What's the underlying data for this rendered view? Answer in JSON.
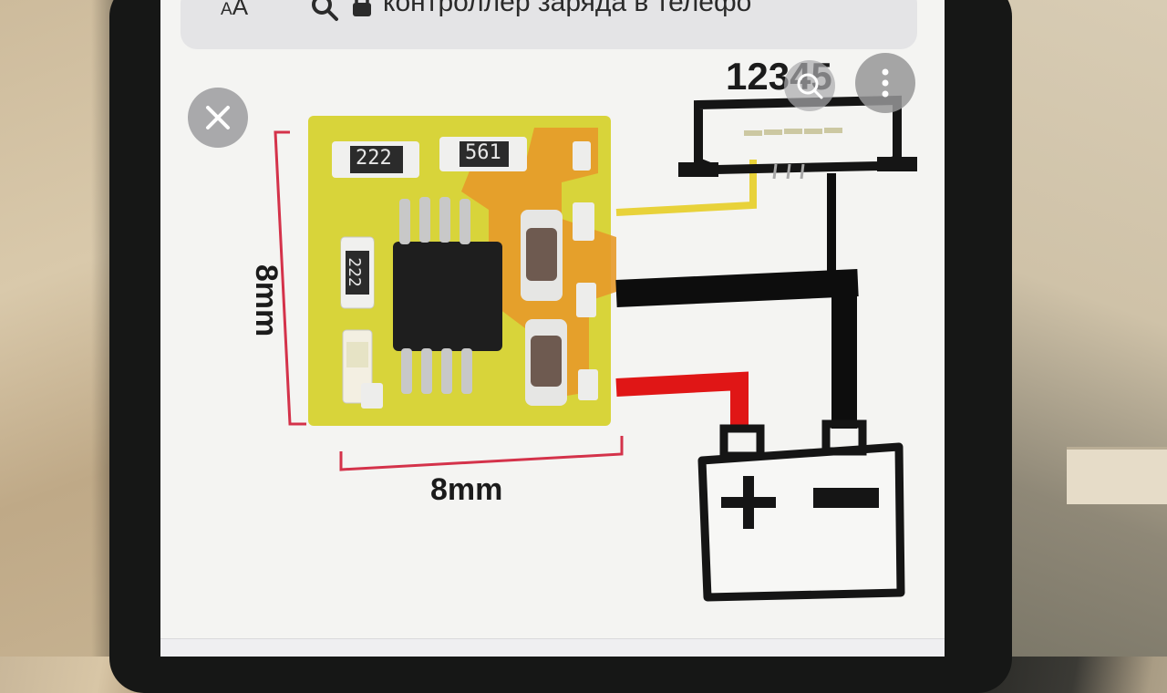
{
  "browser": {
    "text_size_label_small": "A",
    "text_size_label_large": "A",
    "url_text": "контроллер заряда в телефо",
    "icons": [
      "search-icon",
      "lock-icon",
      "close-icon",
      "more-icon"
    ]
  },
  "diagram": {
    "chip_marking_1": "222",
    "chip_marking_2": "561",
    "chip_marking_3": "222",
    "width_label": "8mm",
    "height_label": "8mm",
    "connector_pins_label": "12345",
    "battery_plus": "+",
    "battery_minus": "−"
  },
  "colors": {
    "pcb": "#d8d43a",
    "pad": "#e79a2a",
    "wire_yellow": "#e8d23a",
    "wire_black": "#0d0d0d",
    "wire_red": "#e01616",
    "dimension_line": "#d4324a"
  }
}
